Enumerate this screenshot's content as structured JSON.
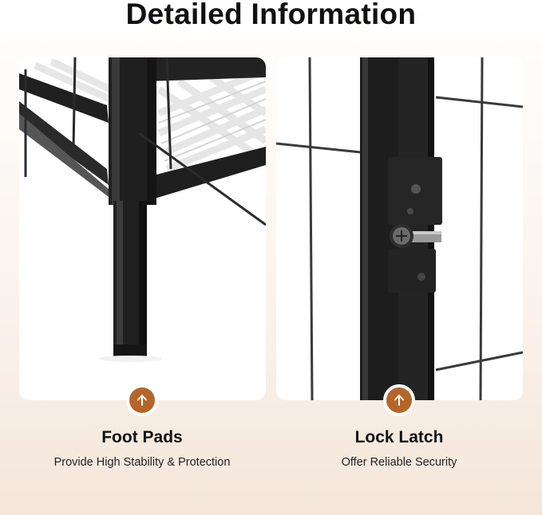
{
  "page": {
    "title": "Detailed Information"
  },
  "features": [
    {
      "name": "Foot Pads",
      "description": "Provide High Stability & Protection",
      "icon": "arrow-up-icon"
    },
    {
      "name": "Lock Latch",
      "description": "Offer Reliable Security",
      "icon": "arrow-up-icon"
    }
  ],
  "colors": {
    "accent": "#b5652a",
    "frame": "#1c1c1c",
    "background_bottom": "#f4e6da"
  }
}
